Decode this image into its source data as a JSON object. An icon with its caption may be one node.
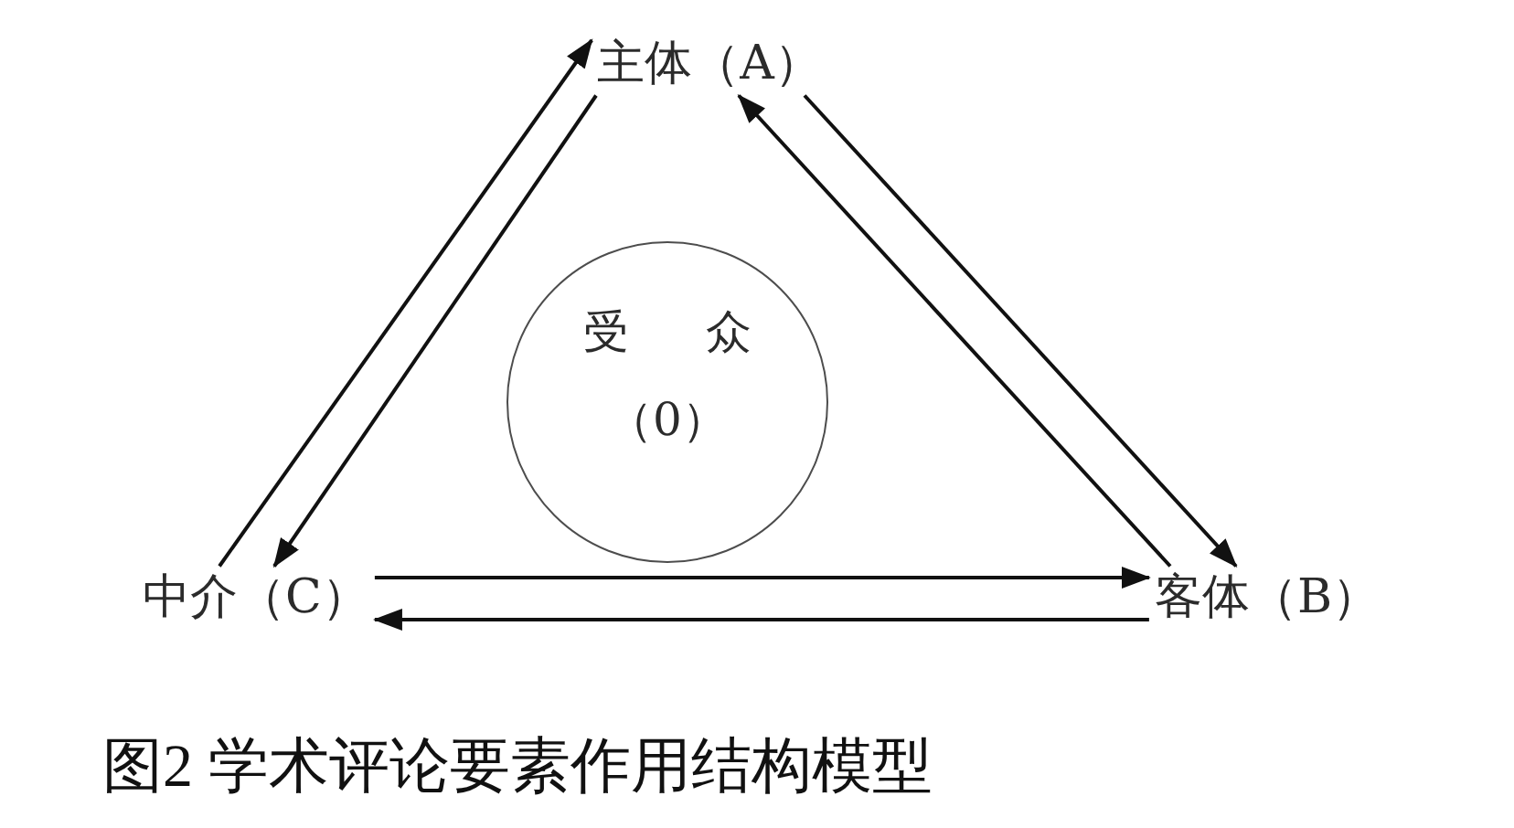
{
  "diagram": {
    "caption": "图2 学术评论要素作用结构模型",
    "nodes": [
      {
        "text": [
          "主体（A）"
        ]
      },
      {
        "text": [
          "受 众",
          "（0）"
        ]
      },
      {
        "text": [
          "中介（C）"
        ]
      },
      {
        "text": [
          "客体（B）"
        ]
      }
    ],
    "edges": [
      {
        "from": 2,
        "to": 0,
        "arrow": "to"
      },
      {
        "from": 0,
        "to": 2,
        "arrow": "to"
      },
      {
        "from": 0,
        "to": 3,
        "arrow": "to"
      },
      {
        "from": 3,
        "to": 0,
        "arrow": "to"
      },
      {
        "from": 2,
        "to": 3,
        "arrow": "to"
      },
      {
        "from": 3,
        "to": 2,
        "arrow": "to"
      }
    ]
  }
}
